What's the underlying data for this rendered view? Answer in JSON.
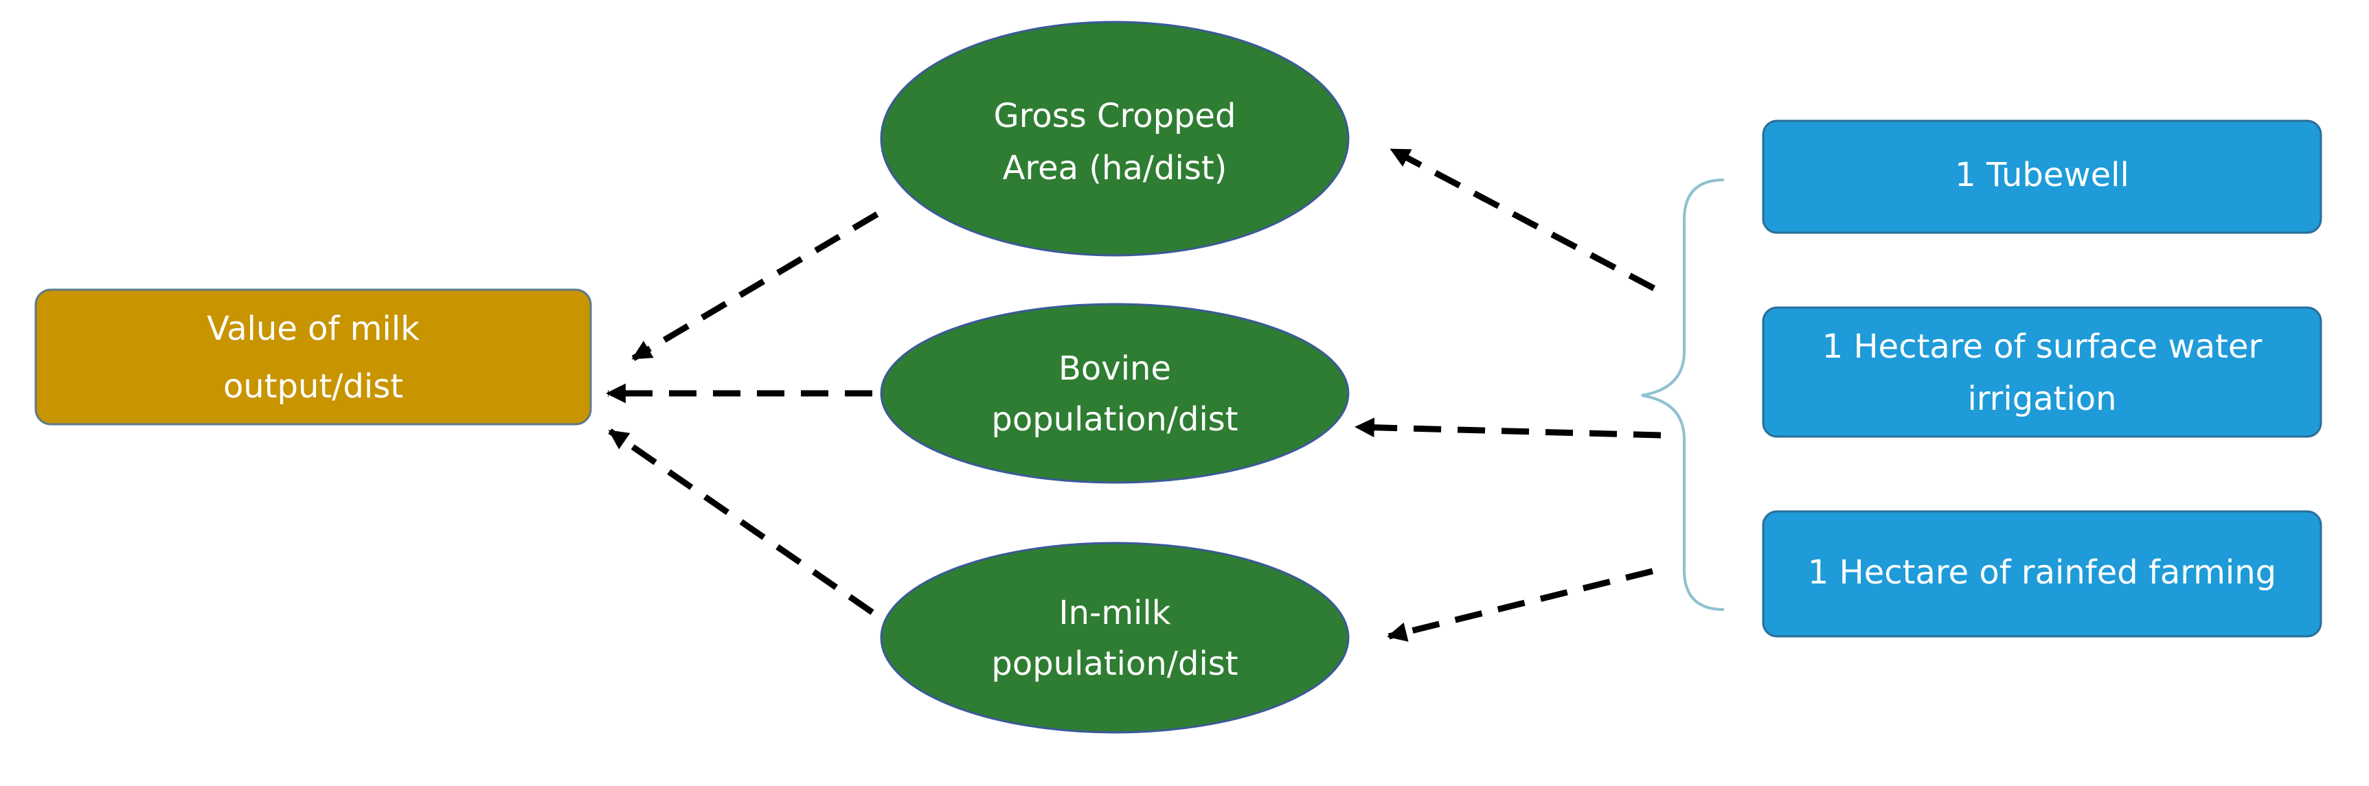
{
  "nodes": {
    "outcome": {
      "line1": "Value of milk",
      "line2": "output/dist"
    },
    "gross_cropped_area": {
      "line1": "Gross Cropped",
      "line2": "Area (ha/dist)"
    },
    "bovine_population": {
      "line1": "Bovine",
      "line2": "population/dist"
    },
    "in_milk_population": {
      "line1": "In-milk",
      "line2": "population/dist"
    },
    "tubewell": {
      "line1": "1 Tubewell"
    },
    "surface_water": {
      "line1": "1 Hectare of surface water",
      "line2": "irrigation"
    },
    "rainfed": {
      "line1": "1 Hectare of rainfed farming"
    }
  },
  "colors": {
    "outcome_fill": "#C89400",
    "outcome_border": "#5E7A8C",
    "ellipse_fill": "#2E7D32",
    "ellipse_border": "#3B5998",
    "input_fill": "#1E9BD8",
    "input_border": "#2A6E99",
    "arrow": "#000000",
    "brace": "#8FC1CF"
  }
}
